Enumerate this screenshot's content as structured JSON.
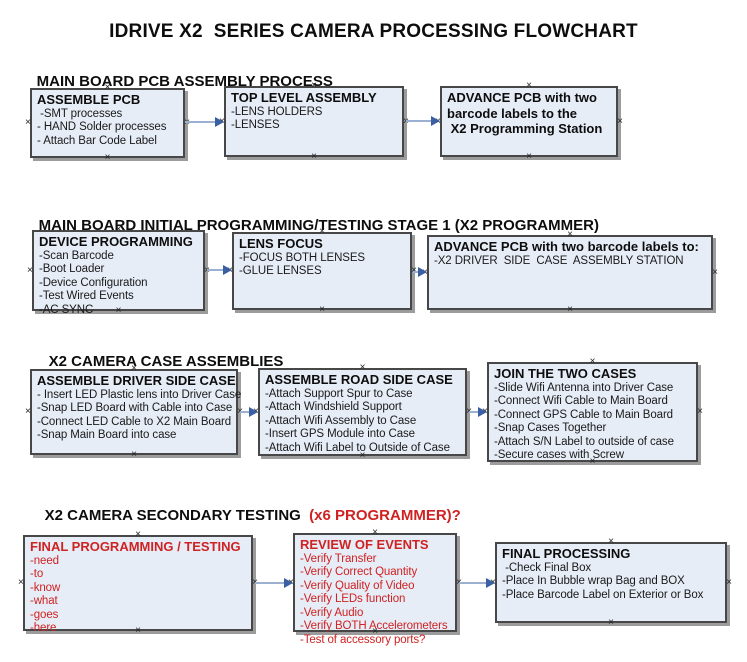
{
  "glyphs": {
    "connector_x": "×"
  },
  "colors": {
    "box_fill": "#e7edf7",
    "box_border": "#474747",
    "box_shadow": "#9c9c9c",
    "arrow_line": "#9cb0d2",
    "arrow_head": "#3b5fa3",
    "red_accent": "#cf2222"
  },
  "title": "IDRIVE X2  SERIES CAMERA PROCESSING FLOWCHART",
  "sections": [
    {
      "heading": {
        "text": "MAIN BOARD PCB ASSEMBLY PROCESS",
        "suffix": ""
      },
      "boxes": [
        {
          "title": "ASSEMBLE PCB",
          "items": [
            " -SMT processes",
            "- HAND Solder processes",
            "- Attach Bar Code Label"
          ]
        },
        {
          "title": "TOP LEVEL ASSEMBLY",
          "items": [
            "-LENS HOLDERS",
            "-LENSES"
          ]
        },
        {
          "title": "ADVANCE PCB with two\nbarcode labels to the\n X2 Programming Station",
          "items": []
        }
      ]
    },
    {
      "heading": {
        "text": "MAIN BOARD INITIAL PROGRAMMING/TESTING STAGE 1 (X2 PROGRAMMER)",
        "suffix": ""
      },
      "boxes": [
        {
          "title": "DEVICE PROGRAMMING",
          "items": [
            "-Scan Barcode",
            "-Boot Loader",
            "-Device Configuration",
            "-Test Wired Events",
            "-AC SYNC"
          ]
        },
        {
          "title": "LENS FOCUS",
          "items": [
            "-FOCUS BOTH LENSES",
            "-GLUE LENSES"
          ]
        },
        {
          "title": "ADVANCE PCB with two barcode labels to:",
          "items": [
            "-X2 DRIVER  SIDE  CASE  ASSEMBLY STATION"
          ]
        }
      ]
    },
    {
      "heading": {
        "text": "X2 CAMERA CASE ASSEMBLIES",
        "suffix": ""
      },
      "boxes": [
        {
          "title": "ASSEMBLE DRIVER SIDE CASE",
          "items": [
            "- Insert LED Plastic lens into Driver Case",
            "-Snap LED Board with Cable into Case",
            "-Connect LED Cable to X2 Main Board",
            "-Snap Main Board into case"
          ]
        },
        {
          "title": "ASSEMBLE ROAD SIDE CASE",
          "items": [
            "-Attach Support Spur to Case",
            "-Attach Windshield Support",
            "-Attach Wifi Assembly to Case",
            "-Insert GPS Module into Case",
            "-Attach Wifi Label to Outside of Case"
          ]
        },
        {
          "title": "JOIN THE TWO CASES",
          "items": [
            "-Slide Wifi Antenna into Driver Case",
            "-Connect Wifi Cable to Main Board",
            "-Connect GPS Cable to Main Board",
            "-Snap Cases Together",
            "-Attach S/N Label to outside of case",
            "-Secure cases with Screw"
          ]
        }
      ]
    },
    {
      "heading": {
        "text": "X2 CAMERA SECONDARY TESTING",
        "suffix": "  (x6 PROGRAMMER)?"
      },
      "boxes": [
        {
          "title": "FINAL PROGRAMMING / TESTING",
          "items": [
            "-need",
            "-to",
            "-know",
            "-what",
            "-goes",
            "-here"
          ]
        },
        {
          "title": "REVIEW OF EVENTS",
          "items": [
            "-Verify Transfer",
            "-Verify Correct Quantity",
            "-Verify Quality of Video",
            "-Verify LEDs function",
            "-Verify Audio",
            "-Verify BOTH Accelerometers",
            "-Test of accessory ports?"
          ]
        },
        {
          "title": "FINAL PROCESSING",
          "items": [
            " -Check Final Box",
            "-Place In Bubble wrap Bag and BOX",
            "-Place Barcode Label on Exterior or Box"
          ]
        }
      ]
    }
  ]
}
